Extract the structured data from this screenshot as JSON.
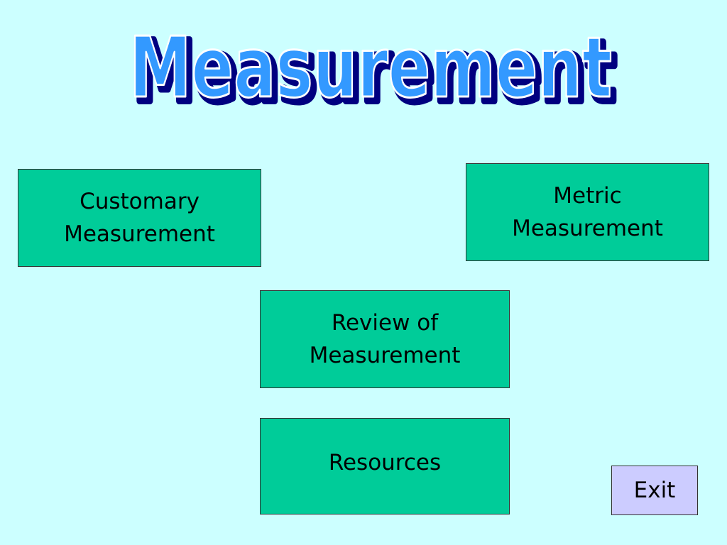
{
  "title": "Measurement",
  "colors": {
    "background": "#ccffff",
    "title_fill": "#3399ff",
    "title_shadow": "#000080",
    "nav_button": "#00cc99",
    "exit_button": "#ccccff"
  },
  "buttons": {
    "customary": {
      "line1": "Customary",
      "line2": "Measurement"
    },
    "metric": {
      "line1": "Metric",
      "line2": "Measurement"
    },
    "review": {
      "line1": "Review of",
      "line2": "Measurement"
    },
    "resources": {
      "label": "Resources"
    },
    "exit": {
      "label": "Exit"
    }
  }
}
